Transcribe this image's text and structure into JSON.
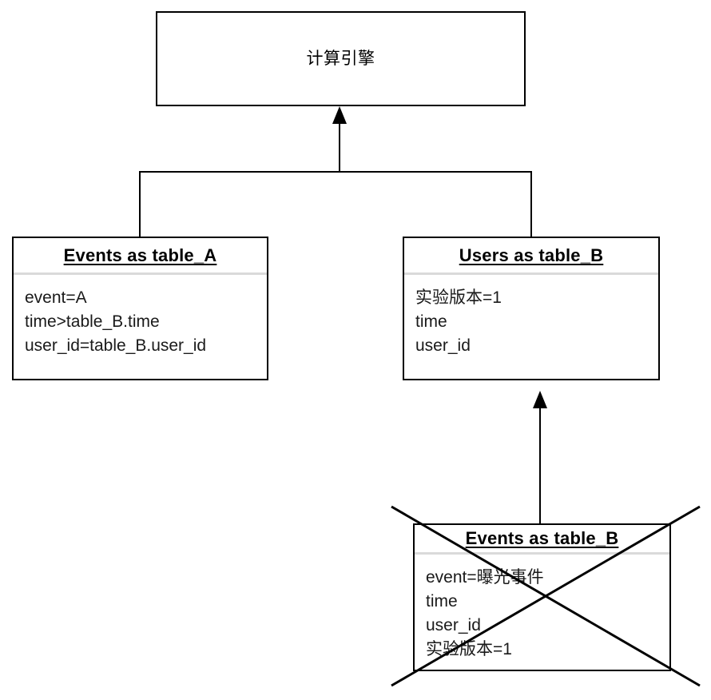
{
  "diagram": {
    "title": "计算引擎",
    "engine": {
      "label": "计算引擎"
    },
    "nodes": [
      {
        "id": "events-a",
        "header": "Events as table_A",
        "fields": [
          "event=A",
          "time>table_B.time",
          "user_id=table_B.user_id"
        ],
        "struck_out": false
      },
      {
        "id": "users-b",
        "header": "Users as table_B",
        "fields": [
          "实验版本=1",
          "time",
          "user_id"
        ],
        "struck_out": false
      },
      {
        "id": "events-b",
        "header": "Events as table_B",
        "fields": [
          "event=曝光事件",
          "time",
          "user_id",
          "实验版本=1"
        ],
        "struck_out": true
      }
    ],
    "connectors": {
      "branch_to_engine": "arrow-up",
      "events_b_to_users_b": "arrow-up"
    },
    "colors": {
      "stroke": "#000000",
      "separator": "#dadada",
      "background": "#ffffff",
      "text": "#000000"
    }
  }
}
